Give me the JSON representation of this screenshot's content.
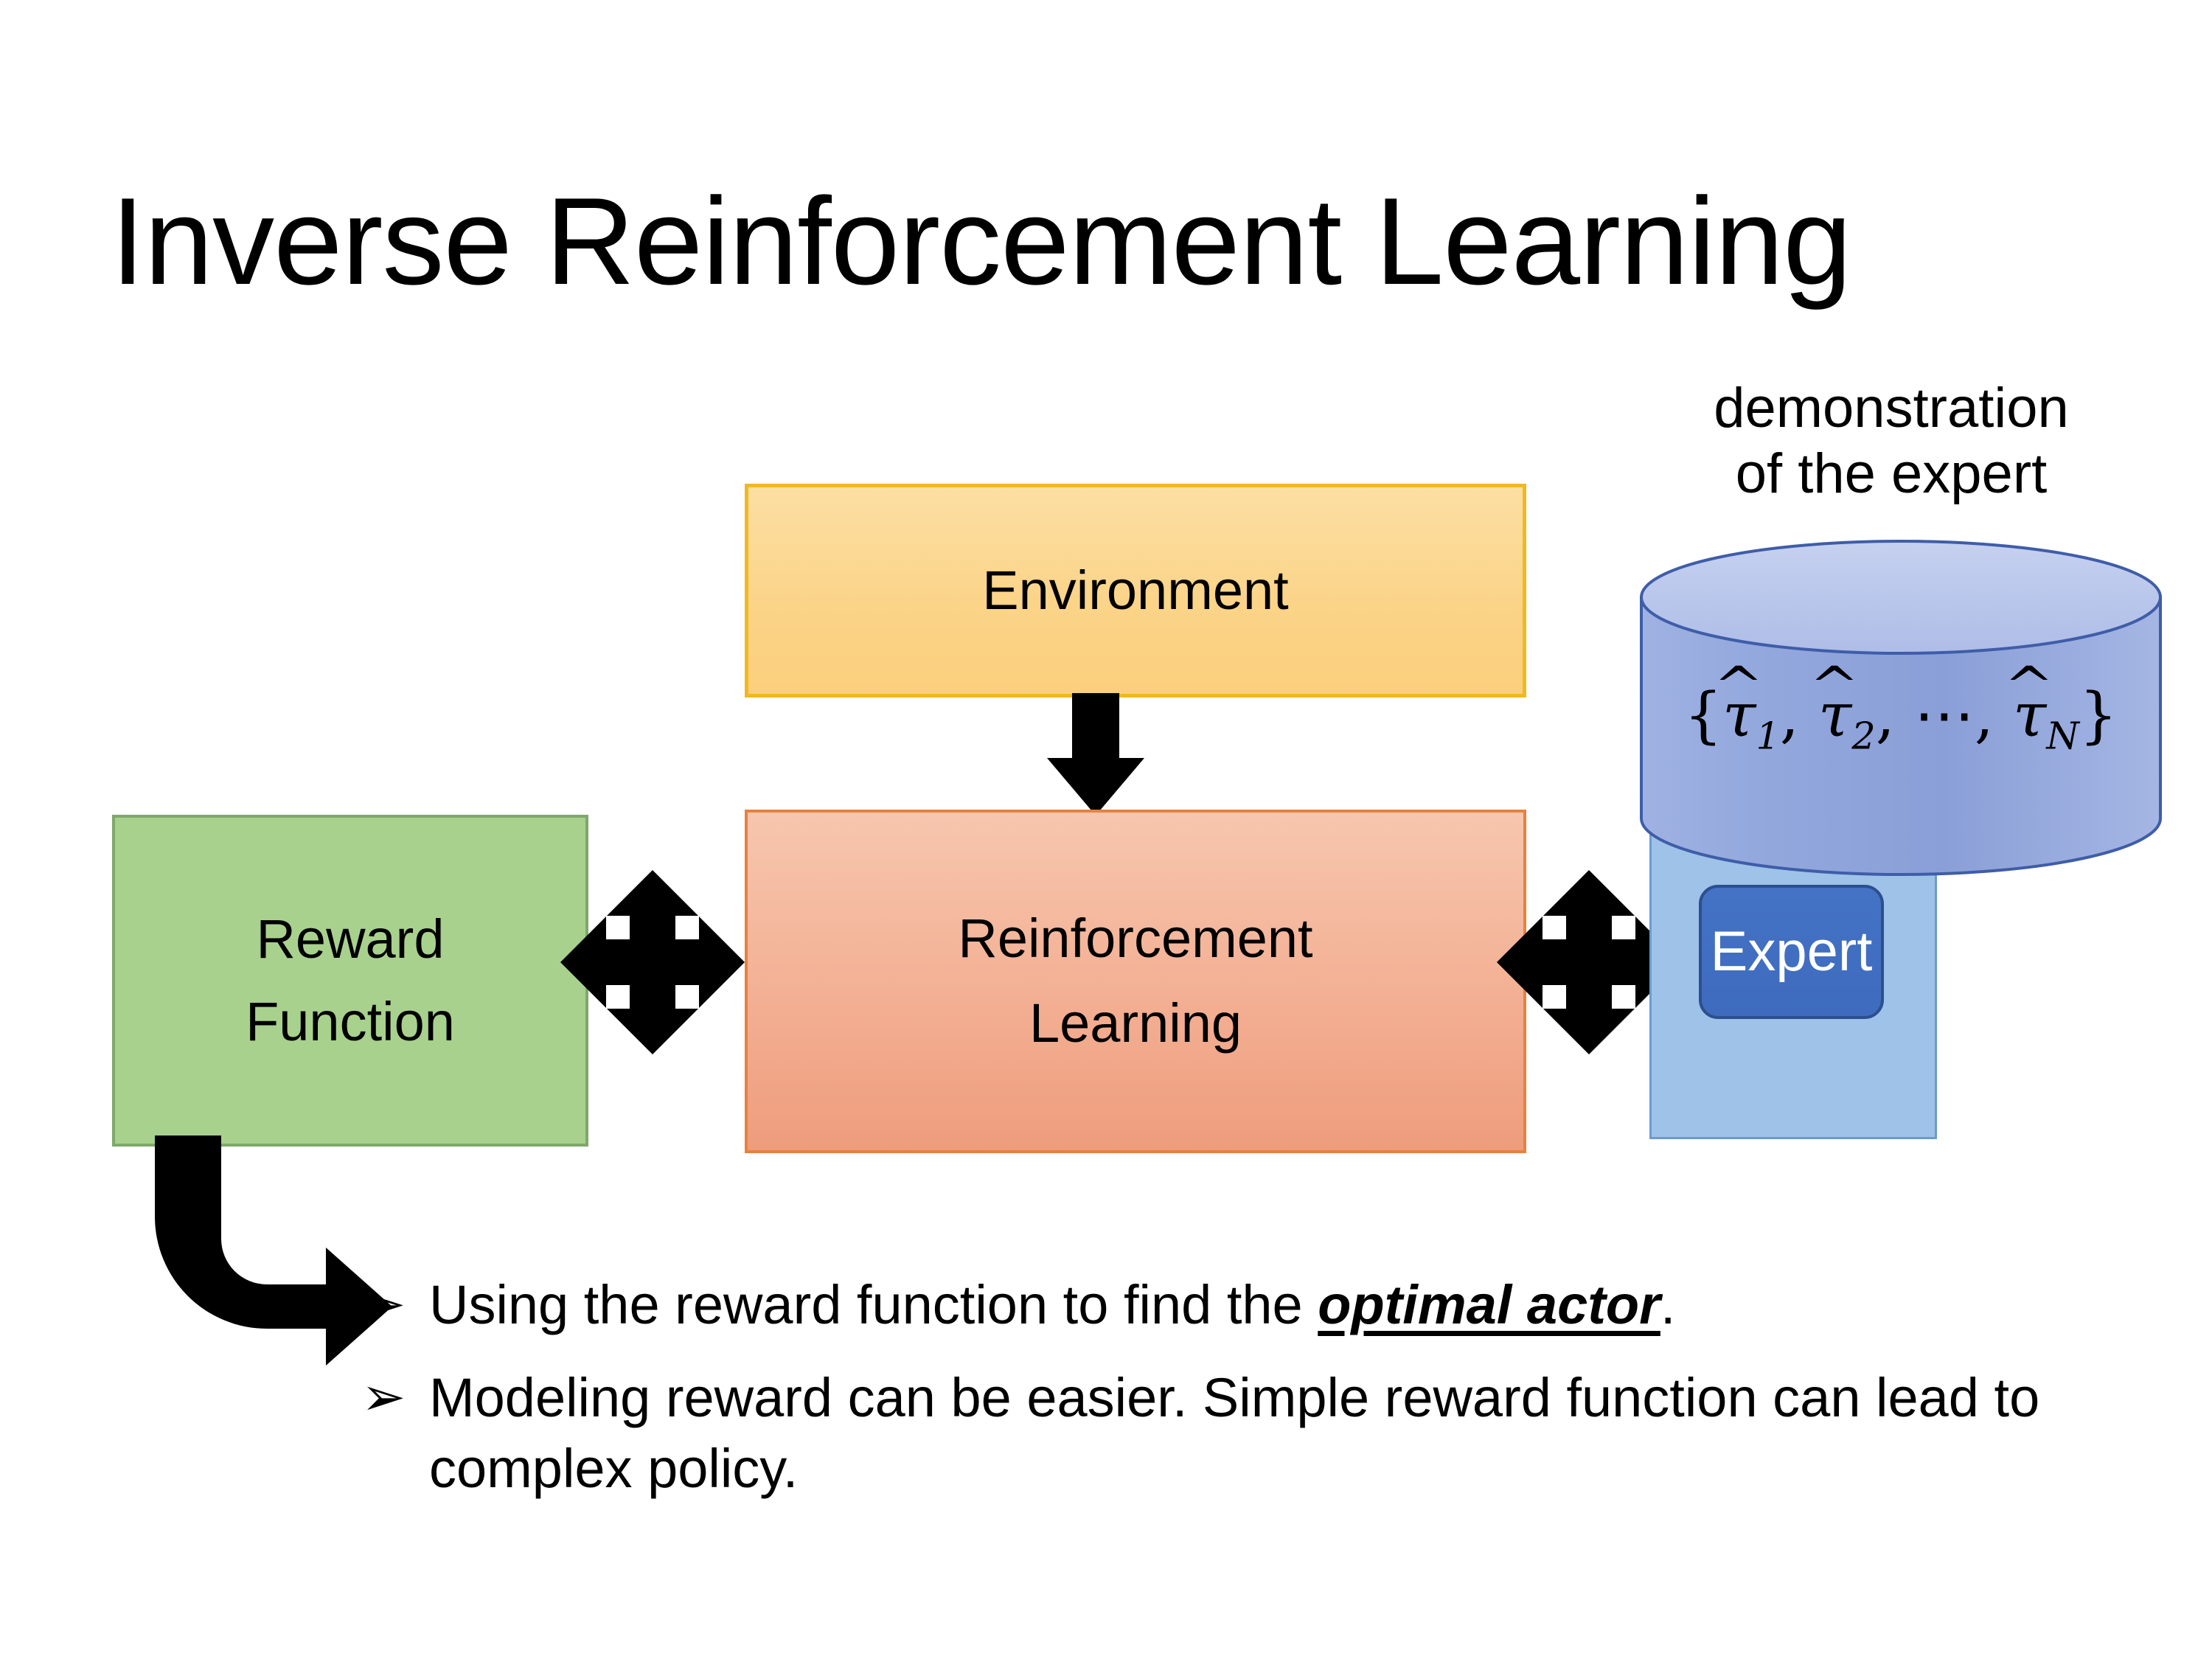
{
  "slide": {
    "title": "Inverse Reinforcement Learning",
    "background_color": "#FFFFFF"
  },
  "diagram": {
    "environment_box": {
      "label": "Environment",
      "fill_color": "#FBD489",
      "border_color": "#F0B921"
    },
    "reinforcement_learning_box": {
      "label_line1": "Reinforcement",
      "label_line2": "Learning",
      "fill_color": "#F2A98C",
      "border_color": "#E8813D"
    },
    "reward_function_box": {
      "label_line1": "Reward",
      "label_line2": "Function",
      "fill_color": "#A9D18E",
      "border_color": "#7FA86A"
    },
    "demonstration": {
      "caption_line1": "demonstration",
      "caption_line2": "of the expert",
      "cylinder_fill_color": "#8EA5DC",
      "cylinder_top_color": "#B7C4E8",
      "cylinder_border_color": "#3F5DA8",
      "trajectory_set": {
        "open_brace": "{",
        "tau_symbol": "τ",
        "subscripts": [
          "1",
          "2",
          "N"
        ],
        "ellipsis": "⋯",
        "comma": ",",
        "close_brace": "}",
        "plain_text": "{τ̂1, τ̂2, ⋯, τ̂N}"
      }
    },
    "expert_panel": {
      "fill_color": "#9EC2E8",
      "border_color": "#6C9BD2"
    },
    "expert_box": {
      "label": "Expert",
      "fill_color": "#4472C4",
      "border_color": "#2C4F8F",
      "text_color": "#FFFFFF"
    },
    "arrows": {
      "environment_to_rl": "down-arrow",
      "reward_to_rl": "double-headed-star-arrow",
      "rl_to_expert": "double-headed-star-arrow",
      "reward_to_bullet": "elbow-arrow-down-right",
      "color": "#000000"
    }
  },
  "bullets": [
    {
      "marker": "➢",
      "text_before": "Using the reward function to find the ",
      "emphasis": "optimal actor",
      "text_after": "."
    },
    {
      "marker": "➢",
      "text_before": "Modeling reward can be easier. Simple reward function can lead to complex policy.",
      "emphasis": "",
      "text_after": ""
    }
  ]
}
